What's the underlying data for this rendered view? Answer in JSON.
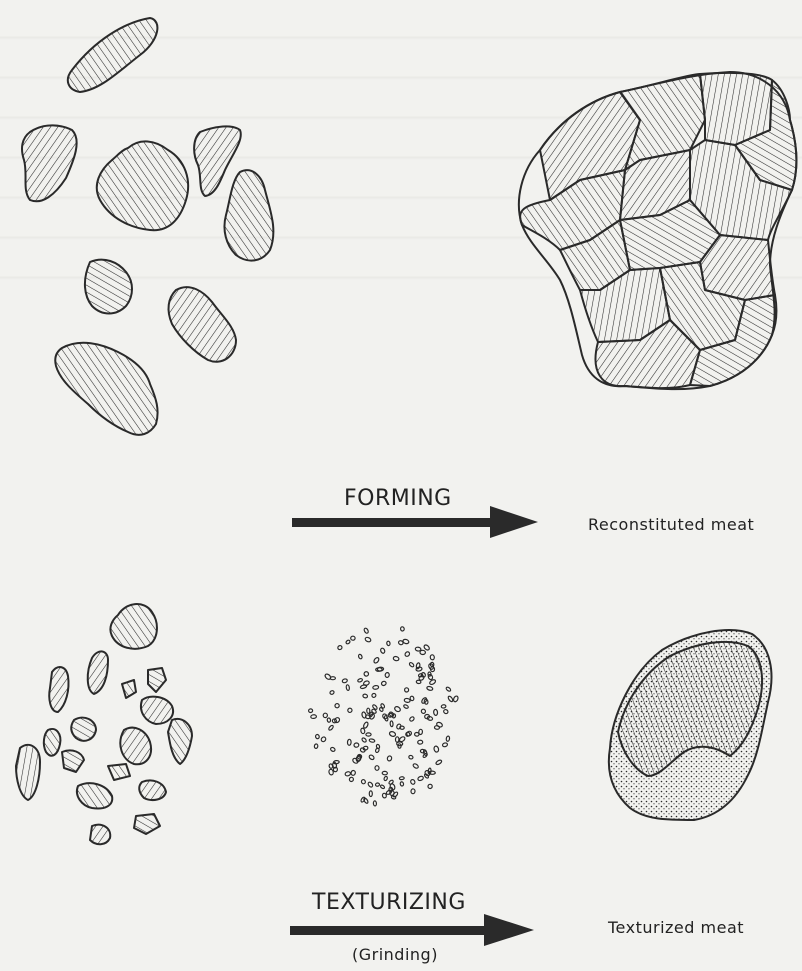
{
  "forming": {
    "label": "FORMING",
    "result": "Reconstituted meat"
  },
  "texturizing": {
    "label": "TEXTURIZING",
    "sub": "(Grinding)",
    "result": "Texturized meat"
  },
  "colors": {
    "ink": "#2a2a2a",
    "paper": "#f2f2ef"
  }
}
